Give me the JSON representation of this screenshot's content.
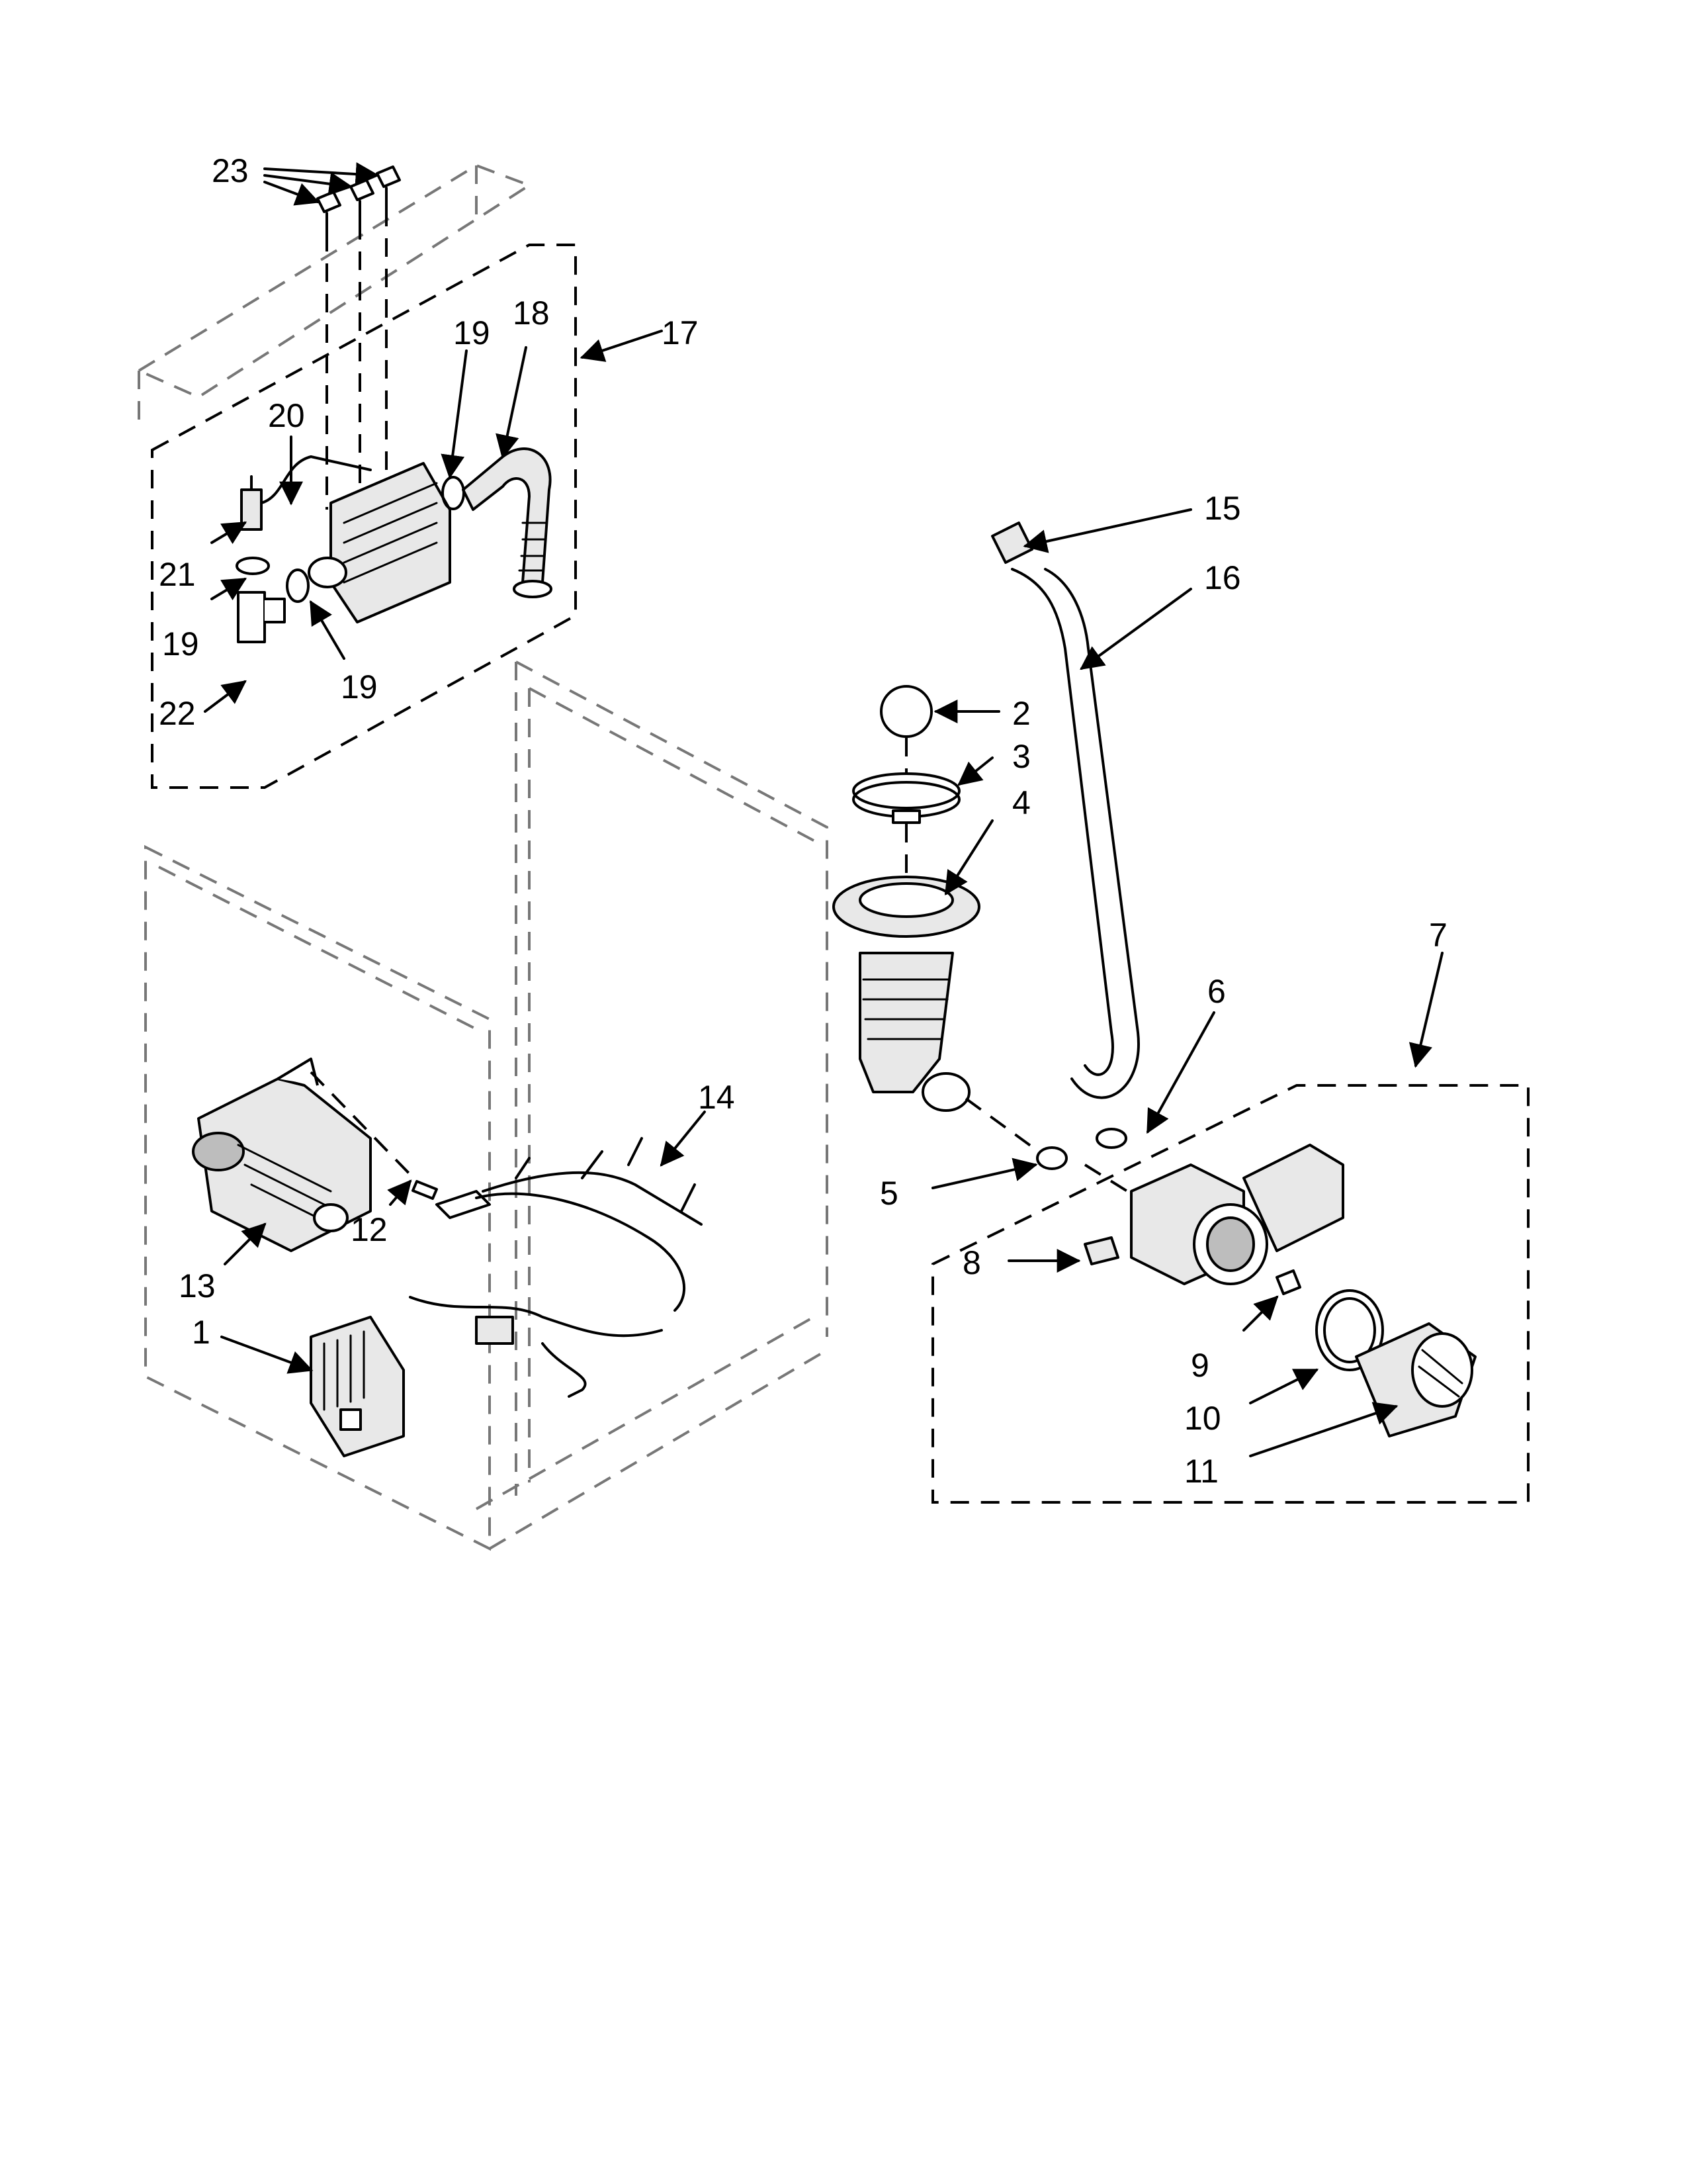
{
  "diagram": {
    "labels": {
      "l1": "1",
      "l2": "2",
      "l3": "3",
      "l4": "4",
      "l5": "5",
      "l6": "6",
      "l7": "7",
      "l8": "8",
      "l9": "9",
      "l10": "10",
      "l11": "11",
      "l12": "12",
      "l13": "13",
      "l14": "14",
      "l15": "15",
      "l16": "16",
      "l17": "17",
      "l18": "18",
      "l19a": "19",
      "l19b": "19",
      "l19c": "19",
      "l20": "20",
      "l21": "21",
      "l22": "22",
      "l23": "23"
    }
  }
}
